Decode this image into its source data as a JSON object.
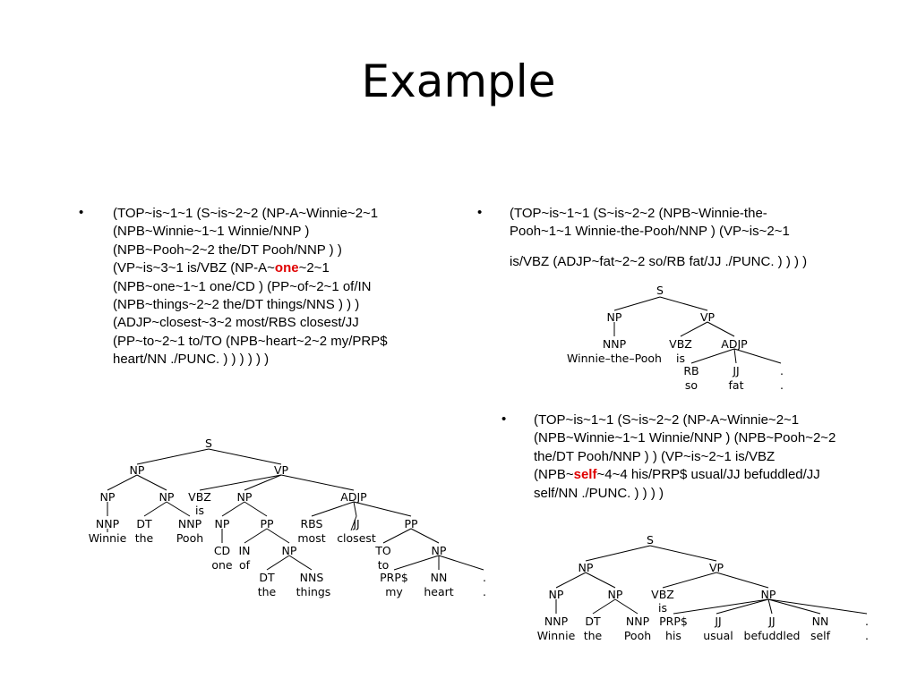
{
  "title": "Example",
  "bullet_char": "•",
  "left": {
    "lines": [
      "(TOP~is~1~1 (S~is~2~2 (NP-A~Winnie~2~1",
      "(NPB~Winnie~1~1 Winnie/NNP )",
      "(NPB~Pooh~2~2 the/DT Pooh/NNP ) )",
      "(VP~is~3~1 is/VBZ (NP-A~",
      "one",
      "~2~1",
      "(NPB~one~1~1 one/CD ) (PP~of~2~1 of/IN",
      "(NPB~things~2~2 the/DT things/NNS ) ) )",
      "(ADJP~closest~3~2 most/RBS closest/JJ",
      "(PP~to~2~1 to/TO (NPB~heart~2~2 my/PRP$",
      "heart/NN ./PUNC. ) ) ) ) ) )"
    ]
  },
  "right1": {
    "lines": [
      "(TOP~is~1~1 (S~is~2~2 (NPB~Winnie-the-",
      "Pooh~1~1 Winnie-the-Pooh/NNP ) (VP~is~2~1",
      "is/VBZ (ADJP~fat~2~2 so/RB fat/JJ ./PUNC. ) ) ) )"
    ]
  },
  "right2": {
    "lines": [
      "(TOP~is~1~1 (S~is~2~2 (NP-A~Winnie~2~1",
      "(NPB~Winnie~1~1 Winnie/NNP ) (NPB~Pooh~2~2",
      "the/DT Pooh/NNP ) ) (VP~is~2~1 is/VBZ",
      "(NPB~",
      "self",
      "~4~4 his/PRP$ usual/JJ befuddled/JJ",
      "self/NN ./PUNC. ) ) ) )"
    ]
  },
  "tree_left": {
    "S": "S",
    "NP": "NP",
    "VP": "VP",
    "NP1": "NP",
    "NNP1": "NNP",
    "w_winnie": "Winnie",
    "NP2": "NP",
    "DT1": "DT",
    "w_the": "the",
    "NNP2": "NNP",
    "w_pooh": "Pooh",
    "VBZ": "VBZ",
    "w_is": "is",
    "NP3": "NP",
    "NP4": "NP",
    "CD": "CD",
    "w_one": "one",
    "PP1": "PP",
    "IN": "IN",
    "w_of": "of",
    "NP5": "NP",
    "DT2": "DT",
    "w_the2": "the",
    "NNS": "NNS",
    "w_things": "things",
    "ADJP": "ADJP",
    "RBS": "RBS",
    "w_most": "most",
    "JJ": "JJ",
    "w_closest": "closest",
    "PP2": "PP",
    "TO": "TO",
    "w_to": "to",
    "NP6": "NP",
    "PRP": "PRP$",
    "w_my": "my",
    "NN": "NN",
    "w_heart": "heart",
    "PUNC": ".",
    "w_punc": "."
  },
  "tree_right1": {
    "S": "S",
    "NP": "NP",
    "VP": "VP",
    "NNP": "NNP",
    "w_wtp": "Winnie–the–Pooh",
    "VBZ": "VBZ",
    "w_is": "is",
    "ADJP": "ADJP",
    "RB": "RB",
    "w_so": "so",
    "JJ": "JJ",
    "w_fat": "fat",
    "PUNC": ".",
    "w_punc": "."
  },
  "tree_right2": {
    "S": "S",
    "NP": "NP",
    "VP": "VP",
    "NP1": "NP",
    "NNP1": "NNP",
    "w_winnie": "Winnie",
    "NP2": "NP",
    "DT": "DT",
    "w_the": "the",
    "NNP2": "NNP",
    "w_pooh": "Pooh",
    "VBZ": "VBZ",
    "w_is": "is",
    "NP3": "NP",
    "PRP": "PRP$",
    "w_his": "his",
    "JJ1": "JJ",
    "w_usual": "usual",
    "JJ2": "JJ",
    "w_befuddled": "befuddled",
    "NN": "NN",
    "w_self": "self",
    "PUNC": ".",
    "w_punc": "."
  }
}
